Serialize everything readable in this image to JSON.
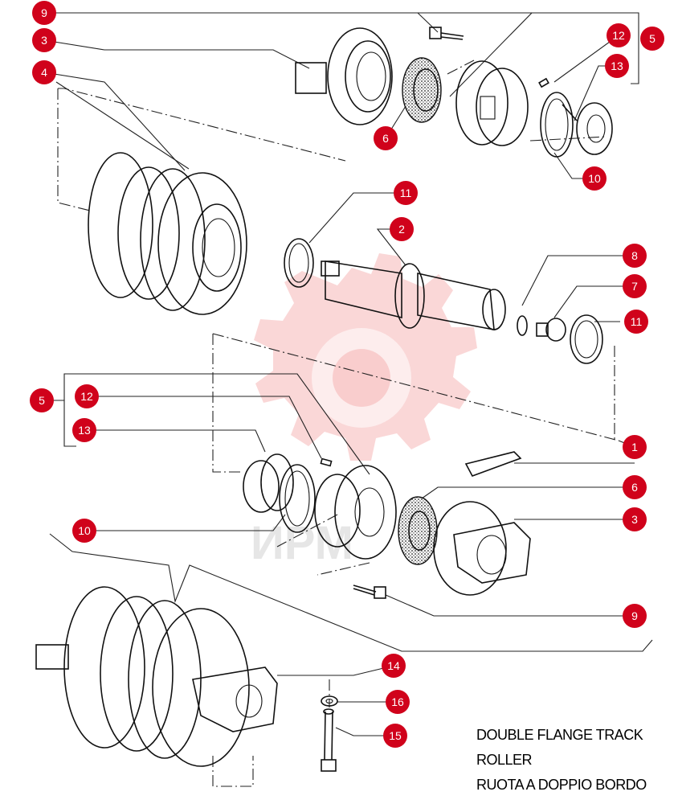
{
  "caption": {
    "line1": "DOUBLE FLANGE TRACK",
    "line2": "ROLLER",
    "line3": "RUOTA A DOPPIO BORDO"
  },
  "callouts": [
    {
      "id": "c9a",
      "label": "9"
    },
    {
      "id": "c3a",
      "label": "3"
    },
    {
      "id": "c4",
      "label": "4"
    },
    {
      "id": "c12a",
      "label": "12"
    },
    {
      "id": "c5a",
      "label": "5"
    },
    {
      "id": "c13a",
      "label": "13"
    },
    {
      "id": "c6a",
      "label": "6"
    },
    {
      "id": "c10a",
      "label": "10"
    },
    {
      "id": "c11a",
      "label": "11"
    },
    {
      "id": "c2",
      "label": "2"
    },
    {
      "id": "c8",
      "label": "8"
    },
    {
      "id": "c7",
      "label": "7"
    },
    {
      "id": "c11b",
      "label": "11"
    },
    {
      "id": "c5b",
      "label": "5"
    },
    {
      "id": "c12b",
      "label": "12"
    },
    {
      "id": "c13b",
      "label": "13"
    },
    {
      "id": "c1",
      "label": "1"
    },
    {
      "id": "c6b",
      "label": "6"
    },
    {
      "id": "c3b",
      "label": "3"
    },
    {
      "id": "c10b",
      "label": "10"
    },
    {
      "id": "c9b",
      "label": "9"
    },
    {
      "id": "c14",
      "label": "14"
    },
    {
      "id": "c16",
      "label": "16"
    },
    {
      "id": "c15",
      "label": "15"
    }
  ],
  "colors": {
    "callout_fill": "#d0021b",
    "watermark": "#f3a6a6",
    "ink": "#111111"
  }
}
